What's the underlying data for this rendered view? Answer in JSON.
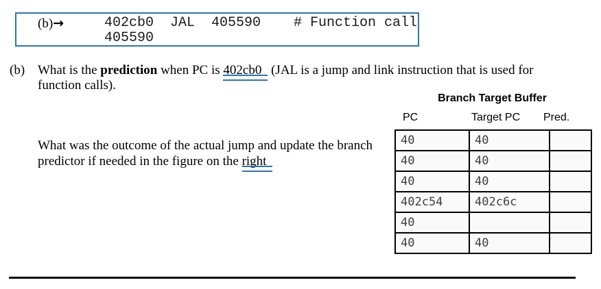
{
  "code_box": {
    "item_label": "(b)",
    "arrow": "→",
    "instruction": "402cb0  JAL  405590",
    "comment": "# Function call",
    "next_line": "405590"
  },
  "question": {
    "item_label": "(b)",
    "text_before_bold": "What is the ",
    "bold_word": "prediction",
    "text_after_bold": " when PC is ",
    "annotated_pc": "402cb0",
    "text_rest": " (JAL is a jump and link instruction that is used for function calls)."
  },
  "followup": {
    "text_before": "What was the outcome of the actual jump and update the branch predictor if needed in the figure on the ",
    "annotated_word": "right"
  },
  "btb": {
    "title": "Branch Target Buffer",
    "headers": [
      "PC",
      "Target PC",
      "Pred."
    ],
    "rows": [
      [
        "40",
        "40",
        ""
      ],
      [
        "40",
        "40",
        ""
      ],
      [
        "40",
        "40",
        ""
      ],
      [
        "402c54",
        "402c6c",
        ""
      ],
      [
        "40",
        "",
        ""
      ],
      [
        "40",
        "40",
        ""
      ]
    ]
  },
  "colors": {
    "accent_blue": "#2e74b5",
    "table_border": "#000000",
    "cell_background": "#fafafa"
  }
}
